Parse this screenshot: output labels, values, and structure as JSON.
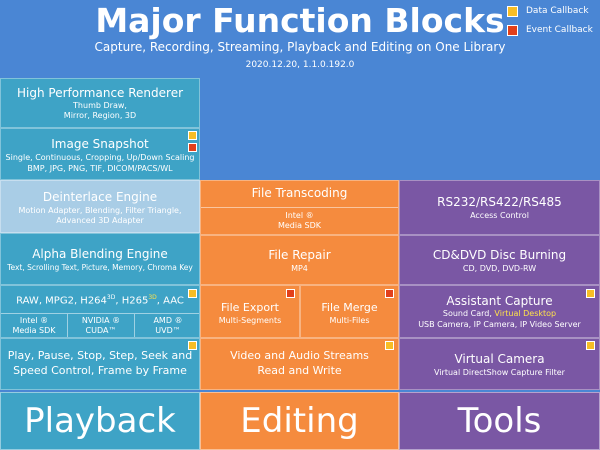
{
  "header": {
    "title": "Major Function Blocks",
    "subtitle": "Capture, Recording, Streaming, Playback and Editing on One Library",
    "version": "2020.12.20, 1.1.0.192.0"
  },
  "legend": {
    "data_callback": "Data Callback",
    "event_callback": "Event Callback"
  },
  "colors": {
    "data_callback": "#f7bd25",
    "event_callback": "#e2401a",
    "playback": "#3ea3c6",
    "editing": "#f58b3e",
    "tools": "#7a57a4",
    "background": "#4a86d4"
  },
  "playback": {
    "renderer": {
      "title": "High Performance Renderer",
      "lines": [
        "Thumb Draw,",
        "Mirror, Region, 3D"
      ]
    },
    "snapshot": {
      "title": "Image Snapshot",
      "lines": [
        "Single, Continuous, Cropping, Up/Down Scaling",
        "BMP, JPG, PNG, TIF, DICOM/PACS/WL"
      ]
    },
    "deinterlace": {
      "title": "Deinterlace Engine",
      "lines": [
        "Motion Adapter, Blending, Filter Triangle,",
        "Advanced 3D Adapter"
      ]
    },
    "alpha": {
      "title": "Alpha Blending Engine",
      "lines": [
        "Text, Scrolling Text, Picture, Memory, Chroma Key"
      ]
    },
    "codecs": {
      "raw": "RAW, MPG2, H264",
      "sup3d_a": "3D",
      "h265": ", H265",
      "sup3d_b": "3D",
      "aac": ", AAC"
    },
    "intel": [
      "Intel ®",
      "Media SDK"
    ],
    "nvidia": [
      "NVIDIA ®",
      "CUDA™"
    ],
    "amd": [
      "AMD ®",
      "UVD™"
    ],
    "controls": [
      "Play, Pause, Stop, Step, Seek and",
      "Speed Control, Frame by Frame"
    ]
  },
  "editing": {
    "transcoding": {
      "title": "File Transcoding",
      "lines": [
        "Intel ®",
        "Media SDK"
      ]
    },
    "repair": {
      "title": "File Repair",
      "sub": "MP4"
    },
    "export": {
      "title": "File Export",
      "sub": "Multi-Segments"
    },
    "merge": {
      "title": "File Merge",
      "sub": "Multi-Files"
    },
    "streams": [
      "Video and Audio Streams",
      "Read and Write"
    ]
  },
  "tools": {
    "rs232": {
      "title": "RS232/RS422/RS485",
      "sub": "Access Control"
    },
    "burning": {
      "title": "CD&DVD Disc Burning",
      "sub": "CD, DVD, DVD-RW"
    },
    "assistant": {
      "title": "Assistant Capture",
      "sub_a": "Sound Card, ",
      "sub_highlight": "Virtual Desktop",
      "sub_b": "USB Camera, IP Camera, IP Video Server"
    },
    "virtual_camera": {
      "title": "Virtual Camera",
      "sub": "Virtual DirectShow Capture Filter"
    }
  },
  "bottom": {
    "playback": "Playback",
    "editing": "Editing",
    "tools": "Tools"
  }
}
